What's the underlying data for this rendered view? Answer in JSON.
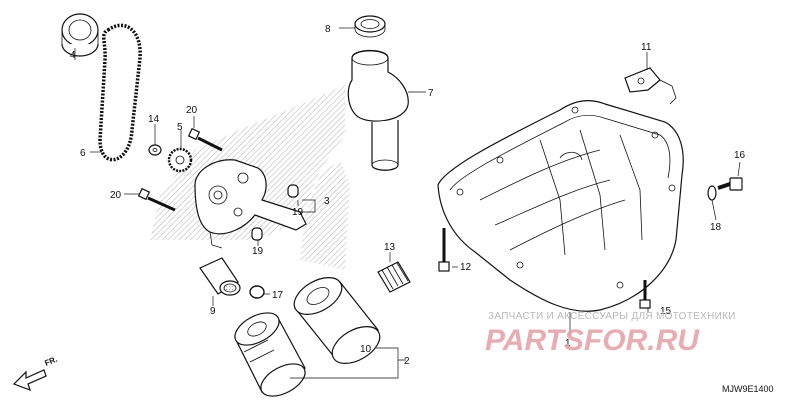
{
  "diagram": {
    "callouts": [
      "1",
      "2",
      "3",
      "4",
      "5",
      "6",
      "7",
      "8",
      "9",
      "10",
      "11",
      "12",
      "13",
      "14",
      "15",
      "16",
      "17",
      "18",
      "19",
      "19",
      "20",
      "20"
    ],
    "watermark_line1": "ЗАПЧАСТИ И АКСЕССУАРЫ ДЛЯ МОТОТЕХНИКИ",
    "watermark_line2": "PARTSFOR.RU",
    "diagram_code": "MJW9E1400",
    "direction_label": "FR."
  },
  "colors": {
    "line": "#111111",
    "hatch": "#bdbdbd",
    "watermark_red": "#e2a0a4",
    "watermark_gray": "#b9b9b9"
  },
  "icons": [
    "front-direction-arrow-icon"
  ]
}
